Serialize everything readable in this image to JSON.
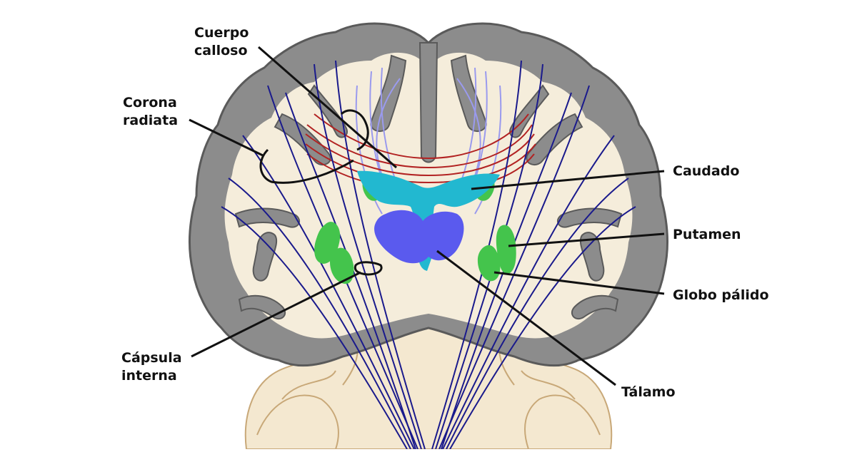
{
  "labels": {
    "cuerpo_calloso": [
      "Cuerpo",
      "calloso"
    ],
    "corona_radiata": [
      "Corona",
      "radiata"
    ],
    "caudado": "Caudado",
    "putamen": "Putamen",
    "globo_palido": "Globo pálido",
    "capsula_interna": [
      "Cápsula",
      "interna"
    ],
    "talamo": "Tálamo"
  },
  "colors": {
    "cortex": "#8c8c8c",
    "cortex_outline": "#5a5a5a",
    "white_matter": "#f5eddb",
    "cerebellum": "#f4e8d0",
    "cerebellum_outline": "#c8a878",
    "corpus_callosum_fibers": "#b22222",
    "projection_fibers": "#1a1a8c",
    "light_fibers": "#9a9aee",
    "basal_ganglia": "#44c44c",
    "ventricles": "#22b8d0",
    "thalamus": "#5a5aee",
    "leader_lines": "#111111"
  },
  "icons": [
    "brain-coronal-section"
  ]
}
